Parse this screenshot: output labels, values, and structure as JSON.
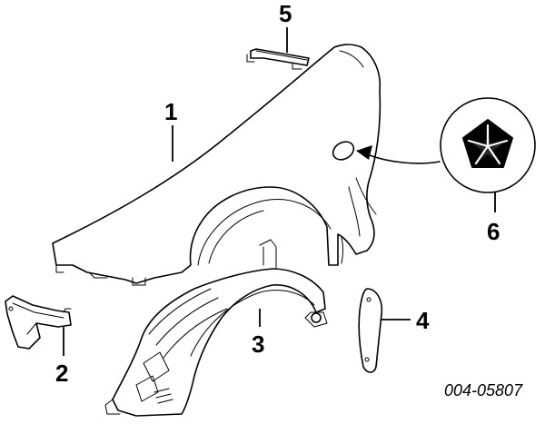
{
  "diagram": {
    "callouts": [
      {
        "id": "callout-1",
        "label": "1"
      },
      {
        "id": "callout-2",
        "label": "2"
      },
      {
        "id": "callout-3",
        "label": "3"
      },
      {
        "id": "callout-4",
        "label": "4"
      },
      {
        "id": "callout-5",
        "label": "5"
      },
      {
        "id": "callout-6",
        "label": "6"
      }
    ],
    "reference_number": "004-05807"
  },
  "colors": {
    "ink": "#000000",
    "background": "#ffffff"
  },
  "icons": [
    "pentastar-emblem-icon",
    "arrow-icon"
  ]
}
